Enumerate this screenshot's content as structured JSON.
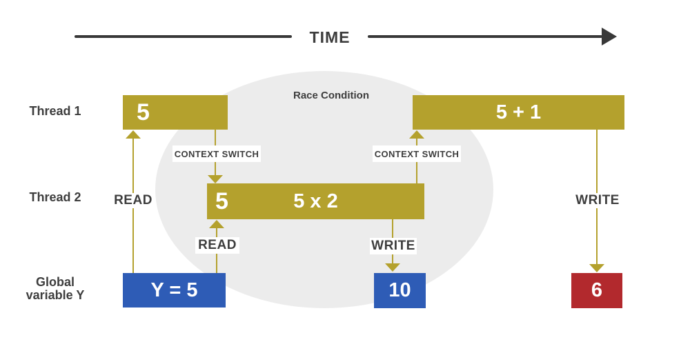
{
  "timeline": {
    "label": "TIME"
  },
  "race_region": {
    "label": "Race Condition"
  },
  "rows": {
    "thread1_label": "Thread 1",
    "thread2_label": "Thread 2",
    "global_label_line1": "Global",
    "global_label_line2": "variable Y"
  },
  "thread1": {
    "read_value": "5",
    "increment_operation": "5 + 1"
  },
  "thread2": {
    "read_value": "5",
    "multiply_operation": "5 x 2"
  },
  "global_variable": {
    "initial_value": "Y = 5",
    "after_thread2_write": "10",
    "after_thread1_write": "6"
  },
  "arrows": {
    "read1_label": "READ",
    "read2_label": "READ",
    "write1_label": "WRITE",
    "write2_label": "WRITE",
    "context_switch1_label": "CONTEXT SWITCH",
    "context_switch2_label": "CONTEXT SWITCH"
  },
  "colors": {
    "bar_gold": "#b4a12d",
    "value_blue": "#2e5cb6",
    "final_red": "#b2292d",
    "text_dark": "#3d3d3d",
    "timeline_arrow": "#383838",
    "ellipse_gray": "#ececec"
  }
}
